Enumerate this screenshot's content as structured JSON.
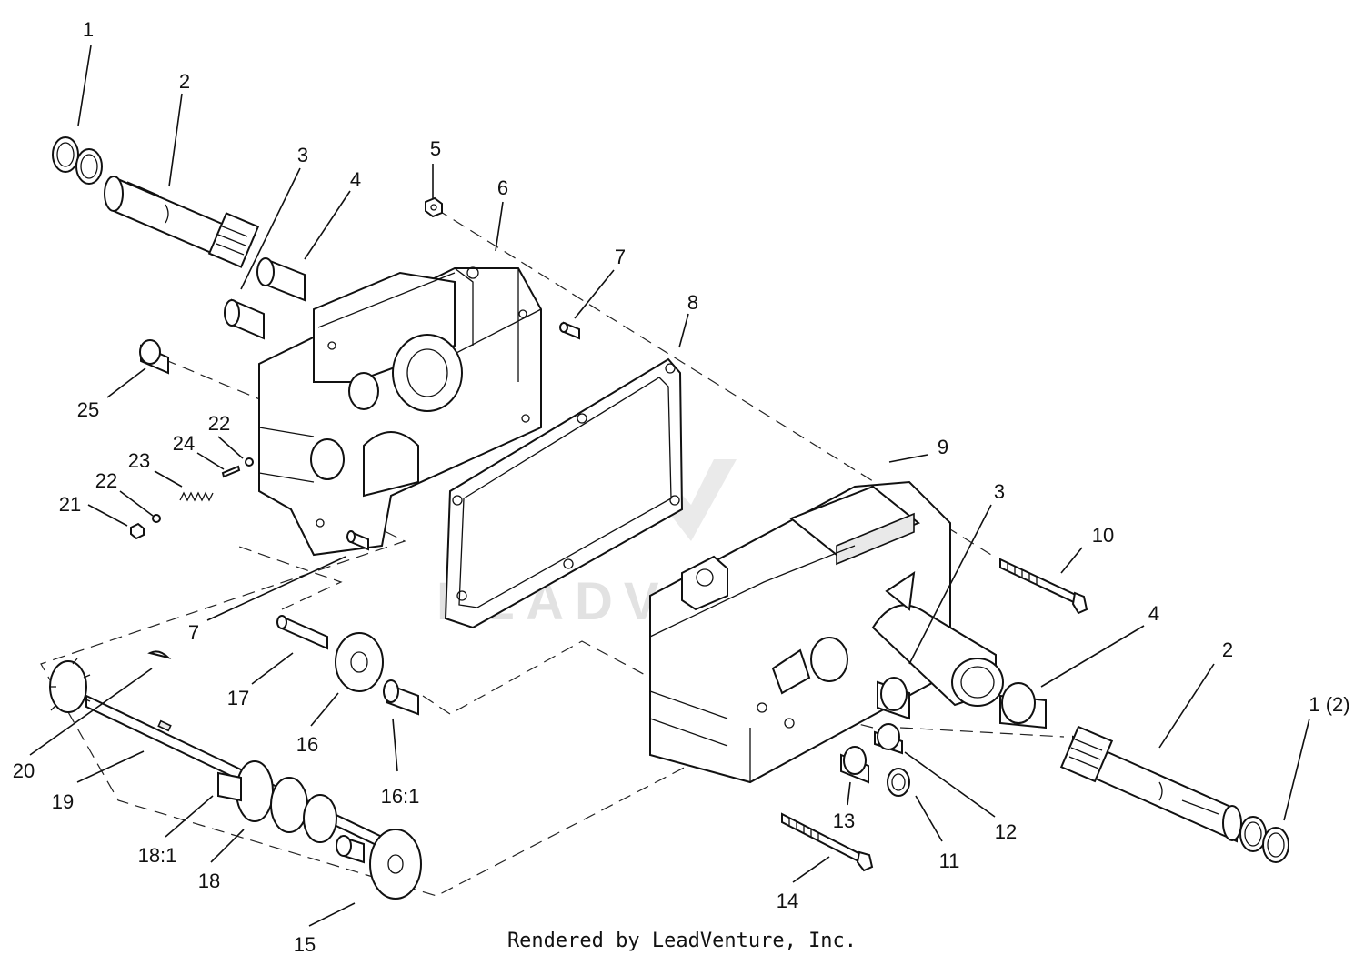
{
  "callouts": {
    "c1_top": "1",
    "c2_top": "2",
    "c3_top": "3",
    "c4_top": "4",
    "c5": "5",
    "c6": "6",
    "c7_top": "7",
    "c8": "8",
    "c9": "9",
    "c10": "10",
    "c3_right": "3",
    "c4_right": "4",
    "c2_right": "2",
    "c1_right": "1 (2)",
    "c25": "25",
    "c22_upper": "22",
    "c24": "24",
    "c23": "23",
    "c22_lower": "22",
    "c21": "21",
    "c7_lower": "7",
    "c17": "17",
    "c16": "16",
    "c16_1": "16:1",
    "c20": "20",
    "c19": "19",
    "c18_1": "18:1",
    "c18": "18",
    "c15": "15",
    "c14": "14",
    "c13": "13",
    "c12": "12",
    "c11": "11"
  },
  "watermark": "LEADVENTURE",
  "footer": "Rendered by LeadVenture, Inc."
}
